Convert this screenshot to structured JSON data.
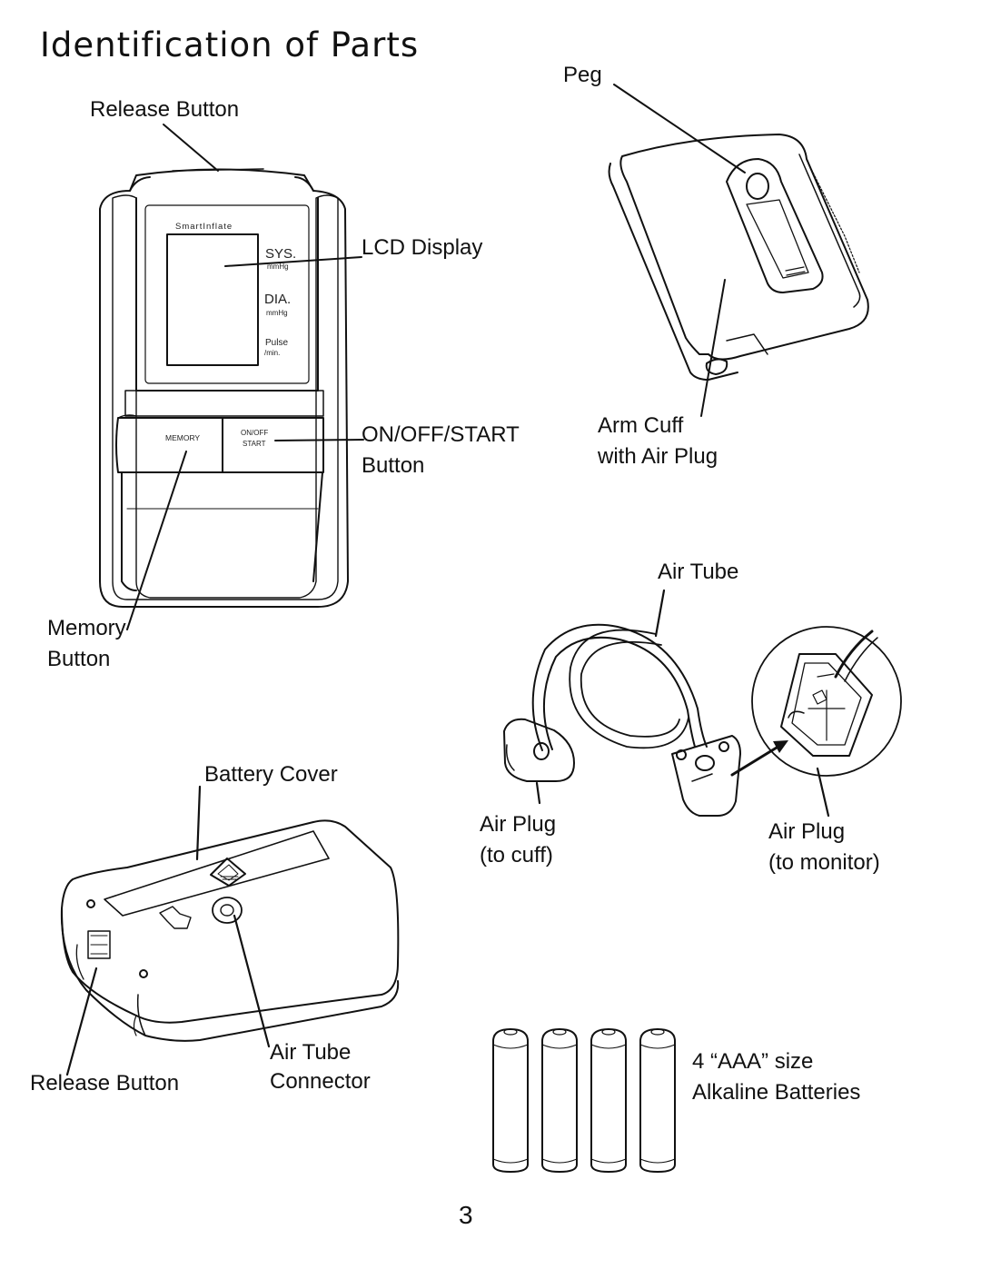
{
  "page": {
    "title": "Identification of Parts",
    "page_number": "3"
  },
  "monitor_front": {
    "brand": "SmartInflate",
    "sys_label": "SYS.",
    "sys_unit": "mmHg",
    "dia_label": "DIA.",
    "dia_unit": "mmHg",
    "pulse_label": "Pulse",
    "pulse_unit": "/min.",
    "memory_key": "MEMORY",
    "onoff_key_top": "ON/OFF",
    "onoff_key_bottom": "START"
  },
  "labels": {
    "release_button_top": "Release Button",
    "lcd_display": "LCD Display",
    "onoff_line1": "ON/OFF/START",
    "onoff_line2": "Button",
    "memory_line1": "Memory",
    "memory_line2": "Button",
    "peg": "Peg",
    "arm_cuff_line1": "Arm Cuff",
    "arm_cuff_line2": "with Air Plug",
    "air_tube": "Air Tube",
    "air_plug_cuff_line1": "Air Plug",
    "air_plug_cuff_line2": "(to cuff)",
    "air_plug_monitor_line1": "Air Plug",
    "air_plug_monitor_line2": "(to monitor)",
    "battery_cover": "Battery Cover",
    "release_button_bottom": "Release Button",
    "air_tube_connector_line1": "Air Tube",
    "air_tube_connector_line2": "Connector",
    "batteries_line1": "4 “AAA” size",
    "batteries_line2": "Alkaline Batteries"
  }
}
